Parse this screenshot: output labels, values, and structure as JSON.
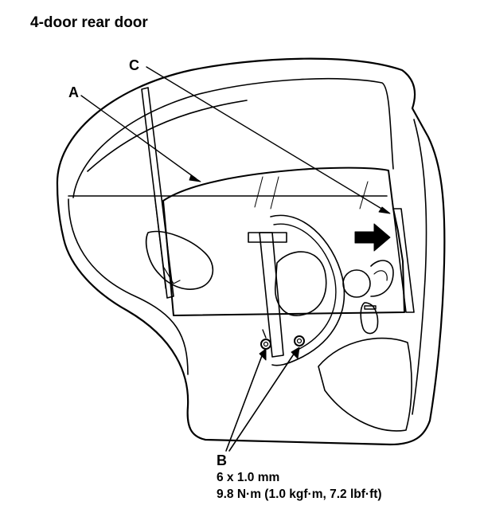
{
  "title": "4-door rear door",
  "callouts": {
    "a": "A",
    "b": "B",
    "c": "C"
  },
  "spec": {
    "bolt_size": "6 x 1.0 mm",
    "torque": "9.8 N·m (1.0 kgf·m, 7.2 lbf·ft)"
  }
}
